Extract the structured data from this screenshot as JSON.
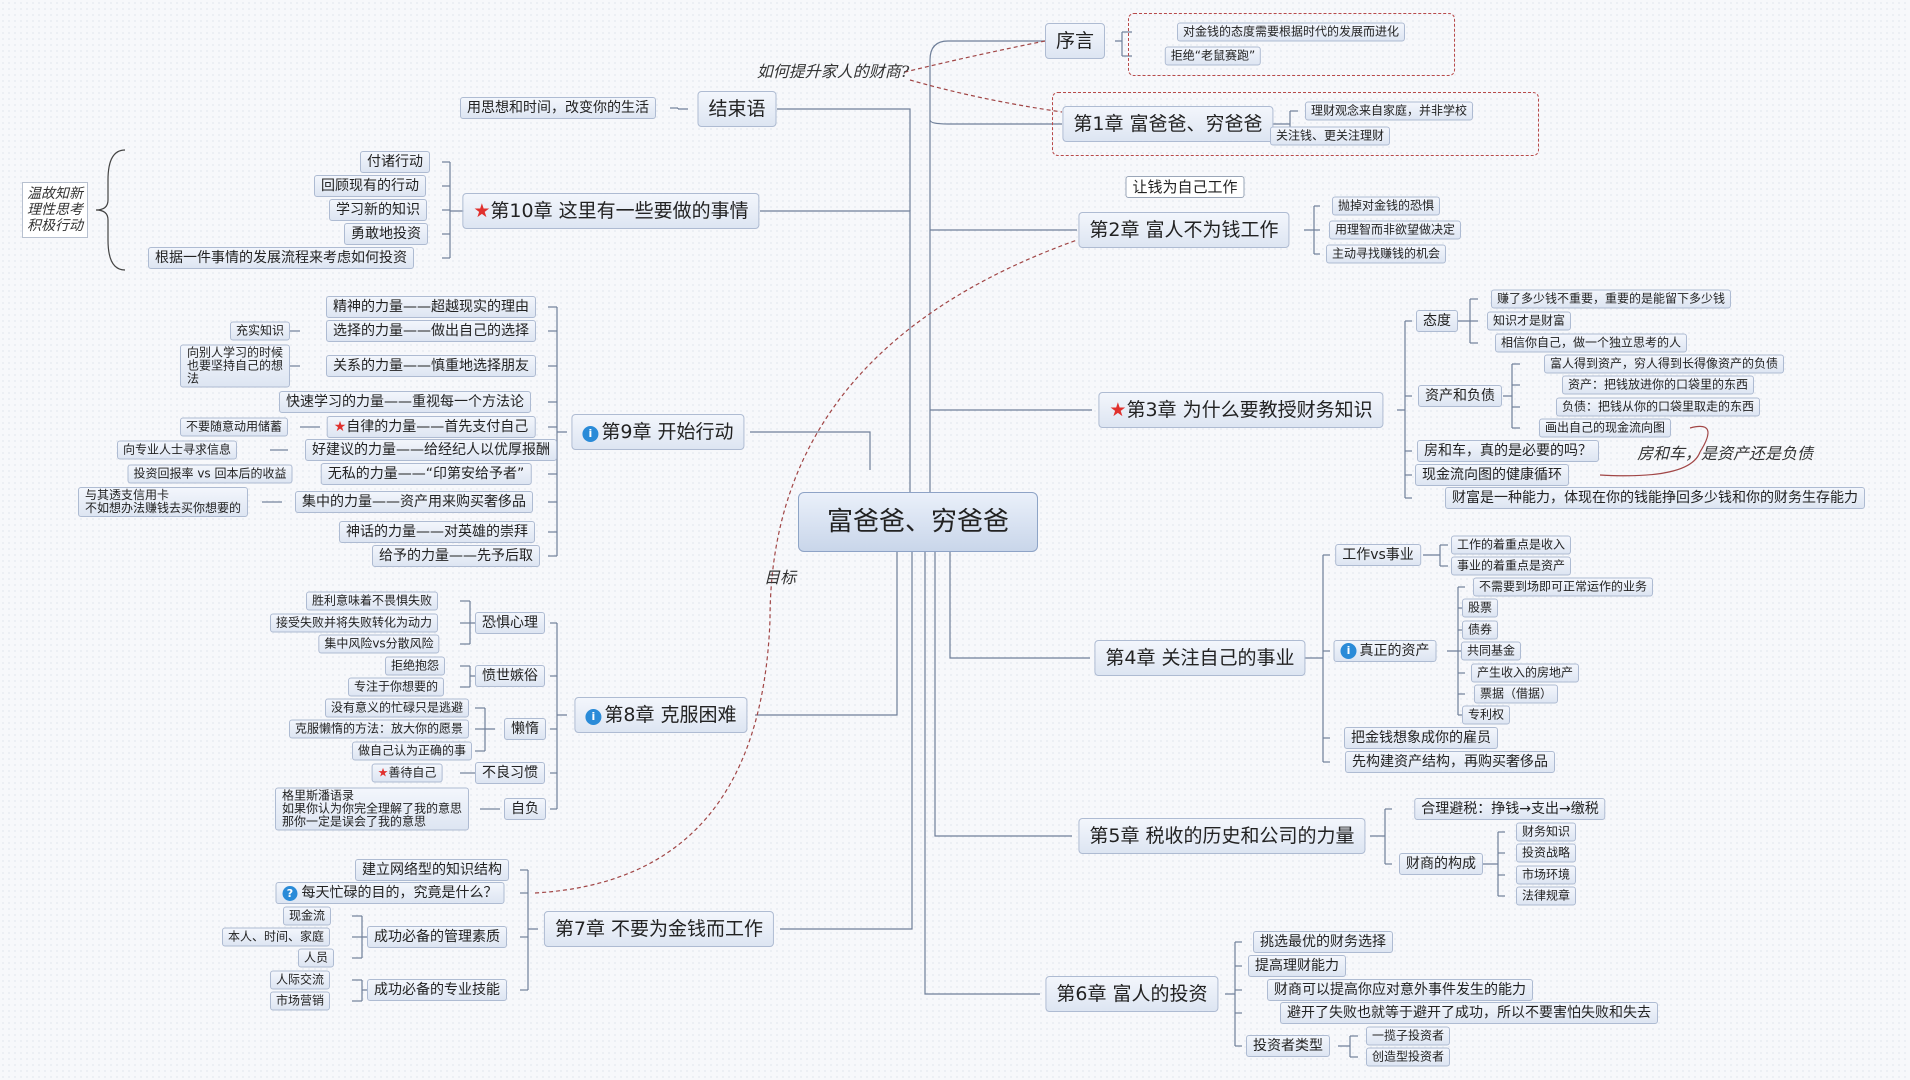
{
  "root": "富爸爸、穷爸爸",
  "annotations": {
    "question": "如何提升家人的财商?",
    "target": "目标",
    "house_car": "房和车，是资产还是负债",
    "review": "温故知新\n理性思考\n积极行动",
    "work_for_me": "让钱为自己工作"
  },
  "preface": {
    "title": "序言",
    "items": [
      "对金钱的态度需要根据时代的发展而进化",
      "拒绝“老鼠赛跑”"
    ]
  },
  "ch1": {
    "title": "第1章  富爸爸、穷爸爸",
    "items": [
      "理财观念来自家庭，并非学校",
      "关注钱、更关注理财"
    ]
  },
  "ch2": {
    "title": "第2章  富人不为钱工作",
    "items": [
      "抛掉对金钱的恐惧",
      "用理智而非欲望做决定",
      "主动寻找赚钱的机会"
    ]
  },
  "ch3": {
    "title": "第3章  为什么要教授财务知识",
    "attitude": {
      "title": "态度",
      "items": [
        "赚了多少钱不重要，重要的是能留下多少钱",
        "知识才是财富",
        "相信你自己，做一个独立思考的人"
      ]
    },
    "assets": {
      "title": "资产和负债",
      "items": [
        "富人得到资产，穷人得到长得像资产的负债",
        "资产：把钱放进你的口袋里的东西",
        "负债：把钱从你的口袋里取走的东西",
        "画出自己的现金流向图"
      ]
    },
    "items": [
      "房和车，真的是必要的吗？",
      "现金流向图的健康循环",
      "财富是一种能力，体现在你的钱能挣回多少钱和你的财务生存能力"
    ]
  },
  "ch4": {
    "title": "第4章  关注自己的事业",
    "work": {
      "title": "工作vs事业",
      "items": [
        "工作的着重点是收入",
        "事业的着重点是资产"
      ]
    },
    "real_assets": {
      "title": "真正的资产",
      "items": [
        "不需要到场即可正常运作的业务",
        "股票",
        "债券",
        "共同基金",
        "产生收入的房地产",
        "票据（借据）",
        "专利权"
      ]
    },
    "items": [
      "把金钱想象成你的雇员",
      "先构建资产结构，再购买奢侈品"
    ]
  },
  "ch5": {
    "title": "第5章  税收的历史和公司的力量",
    "tax": "合理避税：挣钱→支出→缴税",
    "iq": {
      "title": "财商的构成",
      "items": [
        "财务知识",
        "投资战略",
        "市场环境",
        "法律规章"
      ]
    }
  },
  "ch6": {
    "title": "第6章  富人的投资",
    "items": [
      "挑选最优的财务选择",
      "提高理财能力",
      "财商可以提高你应对意外事件发生的能力",
      "避开了失败也就等于避开了成功，所以不要害怕失败和失去"
    ],
    "types": {
      "title": "投资者类型",
      "items": [
        "一揽子投资者",
        "创造型投资者"
      ]
    }
  },
  "ch7": {
    "title": "第7章  不要为金钱而工作",
    "items": [
      "建立网络型的知识结构",
      "每天忙碌的目的，究竟是什么？"
    ],
    "mgmt": {
      "title": "成功必备的管理素质",
      "items": [
        "现金流",
        "本人、时间、家庭",
        "人员"
      ]
    },
    "skill": {
      "title": "成功必备的专业技能",
      "items": [
        "人际交流",
        "市场营销"
      ]
    }
  },
  "ch8": {
    "title": "第8章  克服困难",
    "fear": {
      "title": "恐惧心理",
      "items": [
        "胜利意味着不畏惧失败",
        "接受失败并将失败转化为动力",
        "集中风险vs分散风险"
      ]
    },
    "cynic": {
      "title": "愤世嫉俗",
      "items": [
        "拒绝抱怨",
        "专注于你想要的"
      ]
    },
    "lazy": {
      "title": "懒惰",
      "items": [
        "没有意义的忙碌只是逃避",
        "克服懒惰的方法：放大你的愿景",
        "做自己认为正确的事"
      ]
    },
    "habit": {
      "title": "不良习惯",
      "item": "善待自己"
    },
    "ego": {
      "title": "自负",
      "item": "格里斯潘语录\n如果你认为你完全理解了我的意思\n那你一定是误会了我的意思"
    }
  },
  "ch9": {
    "title": "第9章  开始行动",
    "items": [
      "精神的力量——超越现实的理由",
      "选择的力量——做出自己的选择",
      "关系的力量——慎重地选择朋友",
      "快速学习的力量——重视每一个方法论",
      "自律的力量——首先支付自己",
      "好建议的力量——给经纪人以优厚报酬",
      "无私的力量——“印第安给予者”",
      "集中的力量——资产用来购买奢侈品",
      "神话的力量——对英雄的崇拜",
      "给予的力量——先予后取"
    ],
    "notes": [
      "充实知识",
      "向别人学习的时候\n也要坚持自己的想\n法",
      "不要随意动用储蓄",
      "向专业人士寻求信息",
      "投资回报率 vs 回本后的收益",
      "与其透支信用卡\n不如想办法赚钱去买你想要的"
    ]
  },
  "ch10": {
    "title": "第10章  这里有一些要做的事情",
    "items": [
      "付诸行动",
      "回顾现有的行动",
      "学习新的知识",
      "勇敢地投资",
      "根据一件事情的发展流程来考虑如何投资"
    ]
  },
  "conclusion": {
    "title": "结束语",
    "item": "用思想和时间，改变你的生活"
  }
}
